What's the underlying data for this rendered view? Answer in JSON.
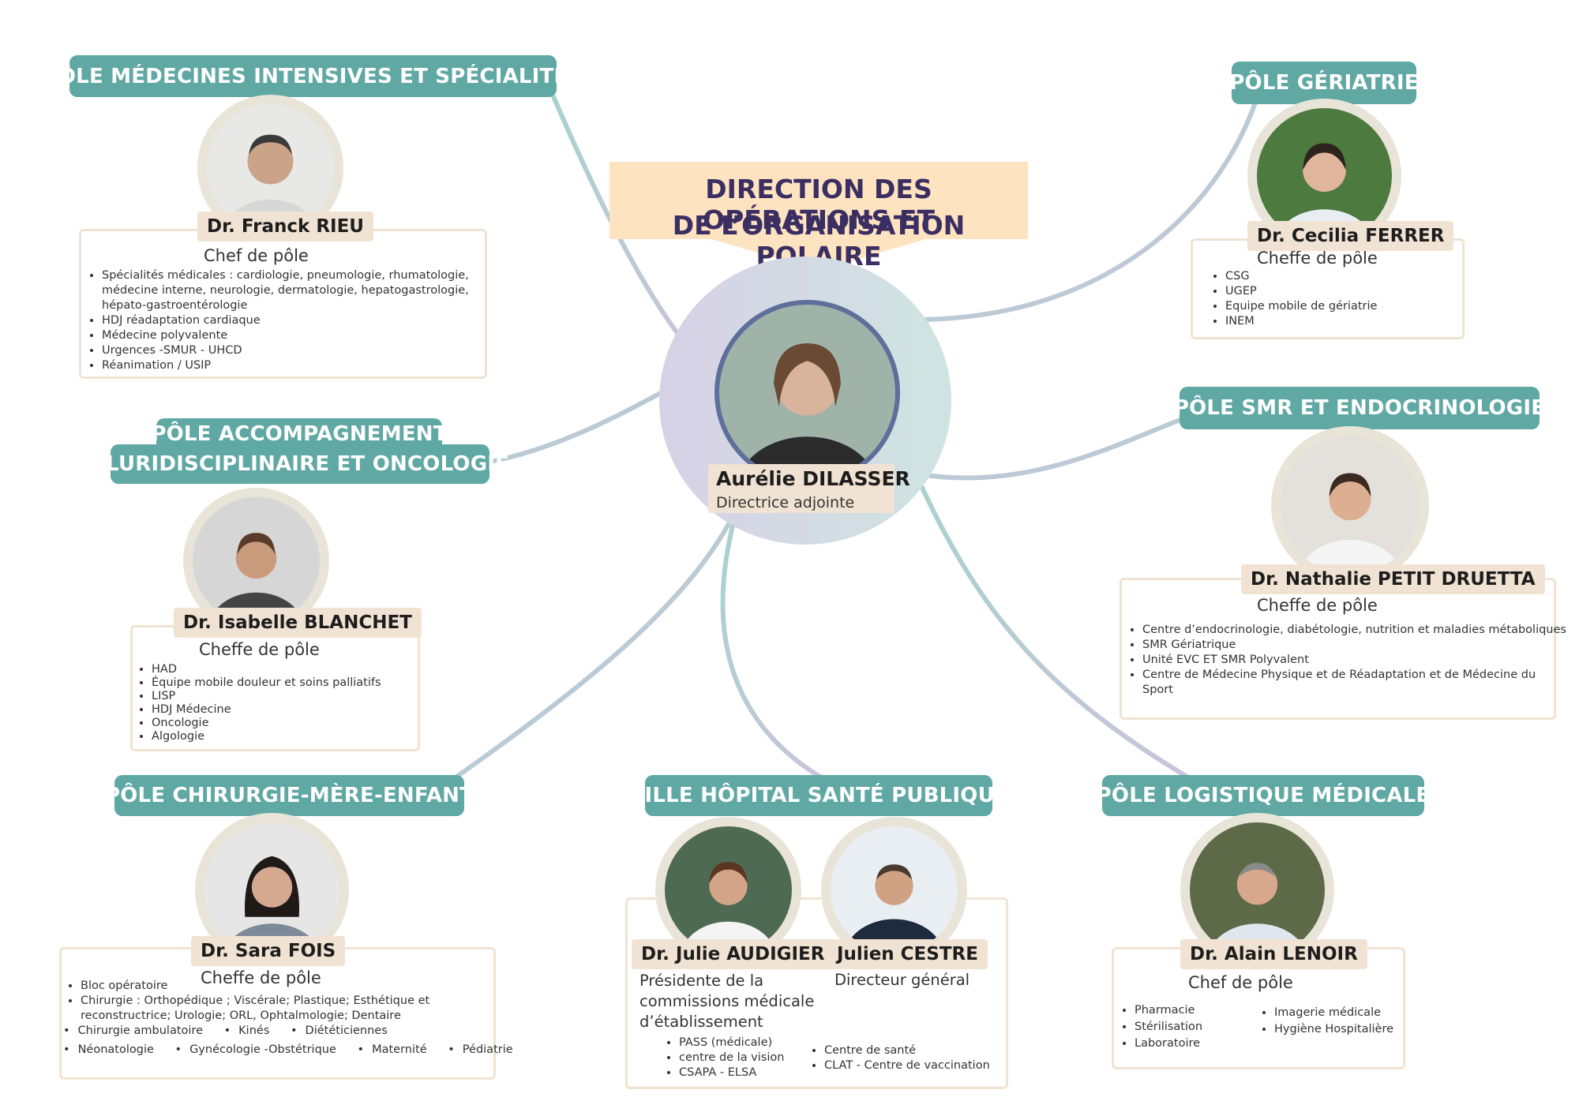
{
  "title": {
    "line1": "DIRECTION DES OPÉRATIONS ET",
    "line2": "DE L’ORGANISATION POLAIRE"
  },
  "center": {
    "name": "Aurélie DILASSER",
    "role": "Directrice adjointe"
  },
  "poles": {
    "medecines": {
      "title": "PÔLE MÉDECINES INTENSIVES ET SPÉCIALITÉS",
      "name": "Dr. Franck RIEU",
      "role": "Chef de pôle",
      "items": [
        "Spécialités médicales : cardiologie, pneumologie, rhumatologie, médecine interne, neurologie, dermatologie, hepatogastrologie, hépato-gastroentérologie",
        "HDJ réadaptation cardiaque",
        "Médecine polyvalente",
        "Urgences -SMUR - UHCD",
        "Réanimation / USIP"
      ]
    },
    "accompagnement": {
      "title_line1": "PÔLE ACCOMPAGNEMENT",
      "title_line2": "PLURIDISCIPLINAIRE ET ONCOLOGIE",
      "name": "Dr. Isabelle BLANCHET",
      "role": "Cheffe de pôle",
      "items": [
        "HAD",
        "Équipe mobile douleur et soins palliatifs",
        "LISP",
        "HDJ Médecine",
        "Oncologie",
        "Algologie"
      ]
    },
    "chirurgie": {
      "title": "PÔLE CHIRURGIE-MÈRE-ENFANT",
      "name": "Dr. Sara FOIS",
      "role": "Cheffe de pôle",
      "items": [
        "Bloc opératoire",
        "Chirurgie : Orthopédique ; Viscérale; Plastique; Esthétique  et reconstructrice; Urologie; ORL, Ophtalmologie; Dentaire"
      ],
      "inline1": [
        "Chirurgie ambulatoire",
        "Kinés",
        "Diététiciennes"
      ],
      "inline2": [
        "Néonatologie",
        "Gynécologie -Obstétrique",
        "Maternité",
        "Pédiatrie"
      ]
    },
    "ville": {
      "title": "VILLE HÔPITAL SANTÉ PUBLIQUE",
      "name1": "Dr. Julie AUDIGIER",
      "role1": "Présidente de la commissions médicale d’établissement",
      "items1": [
        "PASS (médicale)",
        "centre de la vision",
        "CSAPA - ELSA"
      ],
      "name2": "Julien CESTRE",
      "role2": "Directeur général",
      "items2": [
        "Centre de santé",
        "CLAT - Centre de vaccination"
      ]
    },
    "geriatrie": {
      "title": "PÔLE GÉRIATRIE",
      "name": "Dr. Cecilia FERRER",
      "role": "Cheffe de pôle",
      "items": [
        "CSG",
        "UGEP",
        "Equipe mobile de gériatrie",
        "INEM"
      ]
    },
    "smr": {
      "title": "PÔLE SMR ET ENDOCRINOLOGIE",
      "name": "Dr. Nathalie PETIT DRUETTA",
      "role": "Cheffe de pôle",
      "items": [
        "Centre d’endocrinologie, diabétologie, nutrition et maladies métaboliques",
        "SMR Gériatrique",
        "Unité EVC ET SMR Polyvalent",
        "Centre de Médecine Physique et de Réadaptation et de Médecine du Sport"
      ]
    },
    "logistique": {
      "title": "PÔLE LOGISTIQUE MÉDICALE",
      "name": "Dr. Alain LENOIR",
      "role": "Chef de pôle",
      "items_left": [
        "Pharmacie",
        "Stérilisation",
        "Laboratoire"
      ],
      "items_right": [
        "Imagerie médicale",
        "Hygiène Hospitalière"
      ]
    }
  },
  "colors": {
    "teal": "#5fa8a3",
    "beige": "#f1e3d3",
    "title_bg": "#fde3bf",
    "title_text": "#3b2e63",
    "ring": "#c9c4dc"
  }
}
